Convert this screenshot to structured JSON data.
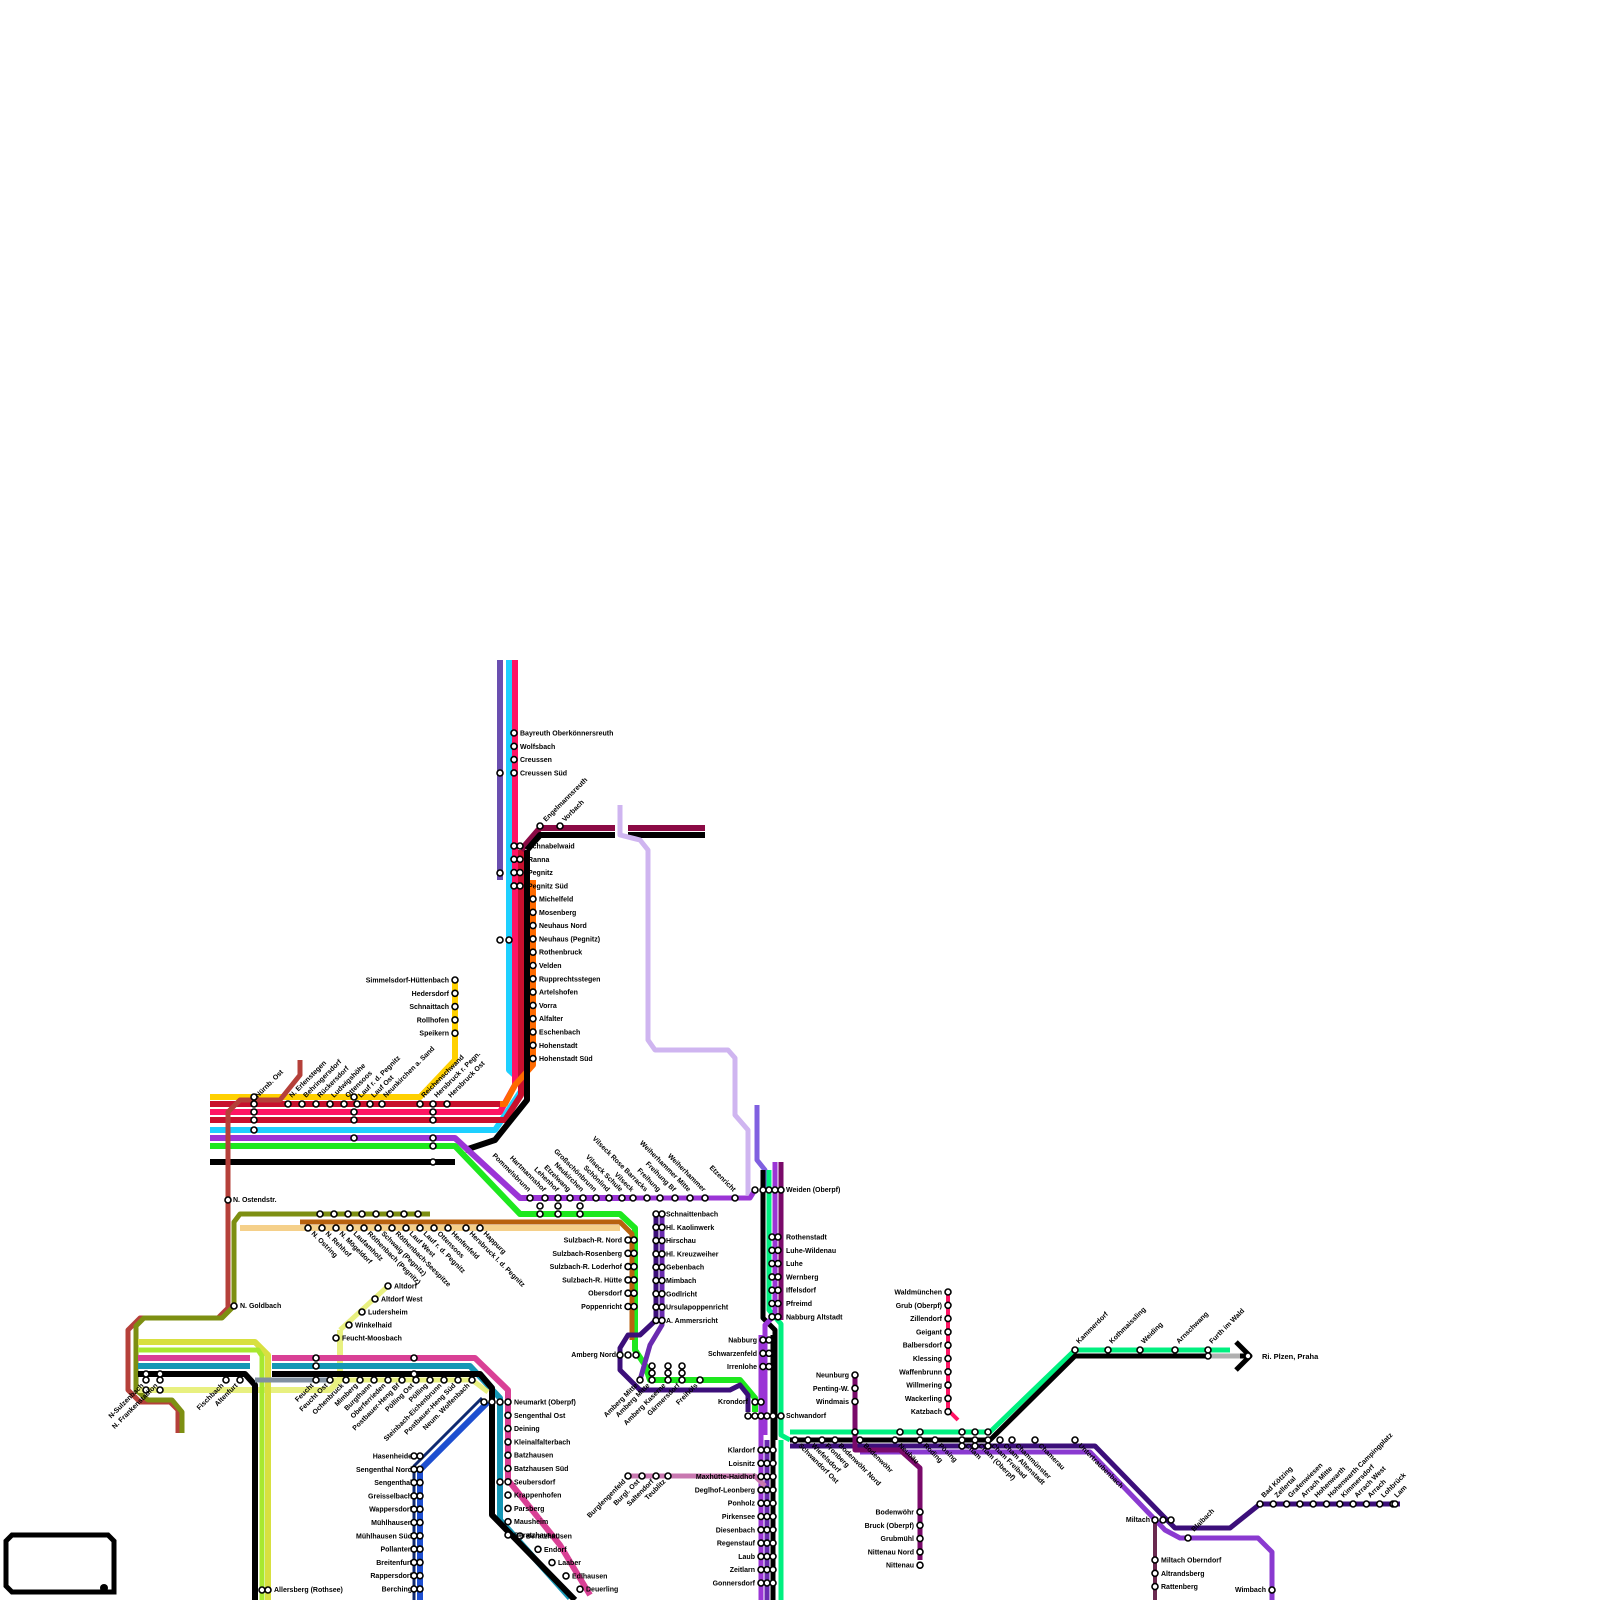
{
  "colors": {
    "red_brown": "#b5403a",
    "olive": "#7d8f12",
    "yellow": "#ffd000",
    "orange": "#ff6a00",
    "pink": "#ff1464",
    "crimson": "#c8102e",
    "cyan": "#1ed0ff",
    "purple": "#9b35d6",
    "indigo": "#6a2bb0",
    "green": "#1ee81e",
    "black": "#000000",
    "maroon": "#8b0a45",
    "lavender": "#cfb5f0",
    "mint": "#00f080",
    "navy_violet": "#3c0f7a",
    "magenta": "#d94095",
    "teal": "#1597b5",
    "blue": "#1e4fd0",
    "lime_yellow": "#e8f080",
    "sand": "#f5d08a",
    "bronze": "#b8620e",
    "lime": "#a8e830",
    "grey": "#b0b0b0",
    "plum": "#7a0a6a",
    "old_rose": "#c878b0"
  },
  "stations": {
    "bayreuth": [
      "Bayreuth Oberkönnersreuth",
      "Wolfsbach",
      "Creussen",
      "Creussen Süd"
    ],
    "pegnitz_upper": [
      "Schnabelwaid",
      "Ranna",
      "Pegnitz",
      "Pegnitz Süd"
    ],
    "pegnitz_valley": [
      "Michelfeld",
      "Mosenberg",
      "Neuhaus Nord",
      "Neuhaus (Pegnitz)",
      "Rothenbruck",
      "Velden",
      "Rupprechtsstegen",
      "Artelshofen",
      "Vorra",
      "Alfalter",
      "Eschenbach",
      "Hohenstadt",
      "Hohenstadt Süd"
    ],
    "engelmannsreuth": [
      "Engelmannsreuth",
      "Vorbach"
    ],
    "simmelsdorf": [
      "Simmelsdorf-Hüttenbach",
      "Hedersdorf",
      "Schnaittach",
      "Rollhofen",
      "Speikern"
    ],
    "northwest": [
      "Nürnb. Ost",
      "N. Erlenstegen",
      "Behringersdorf",
      "Rückersdorf",
      "Ludwigshöhe",
      "Ottensoos",
      "Lauf r. d. Pegnitz",
      "Lauf Ost",
      "Neunkirchen a. Sand",
      "Reichenschwand",
      "Hersbruck r. Pegn.",
      "Hersbruck Ost"
    ],
    "n_ostendstr": "N. Ostendstr.",
    "n_goldbach": "N. Goldbach",
    "vilseck": [
      "Vilseck Rose Barracks",
      "Vilseck",
      "Schönlind",
      "Freihung",
      "Freihung Bf",
      "Weiherhammer Mitte",
      "Weiherhammer",
      "Etzenricht",
      "Vilseck Schule",
      "Großschönbrunn",
      "Neukirchen",
      "Etzelwang",
      "Lehenhof",
      "Hartmannshof",
      "Pommelsbrunn"
    ],
    "weiden": "Weiden (Oberpf)",
    "naab_north": [
      "Rothenstadt",
      "Luhe-Wildenau",
      "Luhe",
      "Wernberg",
      "Iffelsdorf",
      "Pfreimd",
      "Nabburg Altstadt"
    ],
    "ostring": [
      "N. Ostring",
      "N. Rehhof",
      "N. Mögeldorf",
      "Laufamholz",
      "Röthenbach (Pegnitz)",
      "Schwaig (Pegnitz)",
      "Röthenbach-Seespitze",
      "Lauf West",
      "Lauf r. d. Pegnitz",
      "Ottensoos",
      "Henfenfeld",
      "Hersbruck l. d. Pegnitz",
      "Happurg"
    ],
    "sulzbach": [
      "Sulzbach-R. Nord",
      "Sulzbach-Rosenberg",
      "Sulzbach-R. Loderhof",
      "Sulzbach-R. Hütte",
      "Obersdorf",
      "Poppenricht"
    ],
    "hirschau": [
      "Schnaittenbach",
      "Hl. Kaolinwerk",
      "Hirschau",
      "Hl. Kreuzweiher",
      "Gebenbach",
      "Mimbach",
      "Godlricht",
      "Ursulapoppenricht",
      "A. Ammersricht"
    ],
    "altdorf": [
      "Altdorf",
      "Altdorf West",
      "Ludersheim",
      "Winkelhaid",
      "Feucht-Moosbach"
    ],
    "amberg_nord": "Amberg Nord",
    "amberg_south": [
      "Amberg Mitte",
      "Amberg Mitte",
      "Amberg Kaserne",
      "Gärmersdorf",
      "Freihöls"
    ],
    "nabburg": [
      "Nabburg",
      "Schwarzenfeld",
      "Irrenlohe"
    ],
    "cham_north": [
      "Neunburg",
      "Penting-W.",
      "Windmais"
    ],
    "waldmuenchen": [
      "Waldmünchen",
      "Grub (Oberpf)",
      "Zillendorf",
      "Geigant",
      "Balbersdorf",
      "Klessing",
      "Waffenbrunn",
      "Willmering",
      "Wackerling",
      "Katzbach"
    ],
    "furth": [
      "Kammerdorf",
      "Kothmaissling",
      "Weiding",
      "Arnschwang",
      "Furth im Wald"
    ],
    "praha": "Ri. Plzen, Praha",
    "neumarkt_west": [
      "N-Sulzenbach",
      "N. Frankenstadion",
      "Fischbach",
      "Altenfurt",
      "Feucht",
      "Feucht Ost",
      "Ochenbruck",
      "Mimberg",
      "Burgthann",
      "Oberferrieden",
      "Postbauer-Heng Bf",
      "Pölling Ost",
      "Pölling",
      "Steinbach-Eichenbrunn",
      "Postbauer-Heng Süd",
      "Neum. Wolfenbach"
    ],
    "neumarkt_south": [
      "Neumarkt (Oberpf)",
      "Sengenthal Ost",
      "Deining",
      "Kleinalfalterbach",
      "Batzhausen",
      "Batzhausen Süd",
      "Seubersdorf",
      "Krappenhofen",
      "Parsberg",
      "Mausheim",
      "Beratzhausen",
      "Endorf",
      "Laaber",
      "Edlhausen",
      "Deuerling"
    ],
    "berching": [
      "Hasenheide",
      "Sengenthal Nord",
      "Sengenthal",
      "Greisselbach",
      "Wappersdorf",
      "Mühlhausen",
      "Mühlhausen Süd",
      "Pollanten",
      "Breitenfurt",
      "Rappersdorf",
      "Berching"
    ],
    "allersberg": "Allersberg (Rothsee)",
    "krondorf": "Krondorf",
    "schwandorf": "Schwandorf",
    "regensburg_north": [
      "Klardorf",
      "Loisnitz",
      "Maxhütte-Haidhof",
      "Deglhof-Leonberg",
      "Ponholz",
      "Pirkensee",
      "Diesenbach",
      "Regenstauf",
      "Laub",
      "Zeitlarn",
      "Gonnersdorf"
    ],
    "burglengenfeld": [
      "Burglengenfeld",
      "Burgl. Ost",
      "Saltendorf",
      "Teublitz"
    ],
    "cham_line": [
      "Schwandorf Ost",
      "Wiefelsdorf",
      "Fronberg",
      "Bodenwöhr Nord",
      "Bodenwöhr",
      "Neubäu",
      "Roding",
      "Pösing",
      "Cham",
      "Cham Freibad",
      "Cham Altenstadt",
      "Cham (Oberpf)",
      "Chammünster",
      "Chamerau",
      "Untertraubenbach",
      "Wetterfeld",
      "Cham (Oberpf)"
    ],
    "bodenwoehr": [
      "Bodenwöhr",
      "Bruck (Oberpf)",
      "Grubmühl",
      "Nittenau Nord",
      "Nittenau"
    ],
    "miltach": [
      "Miltach",
      "Miltach Oberndorf",
      "Altrandsberg",
      "Rattenberg",
      "Blaibach",
      "Wimbach"
    ],
    "lam": [
      "Bad Kötzing",
      "Zellertal",
      "Grafenwiesen",
      "Arrach Mitte",
      "Hohenwarth",
      "Hohenwarth Campingplatz",
      "Kimmersdorf",
      "Arrach West",
      "Arrach",
      "Lohbrück",
      "Lam"
    ]
  }
}
